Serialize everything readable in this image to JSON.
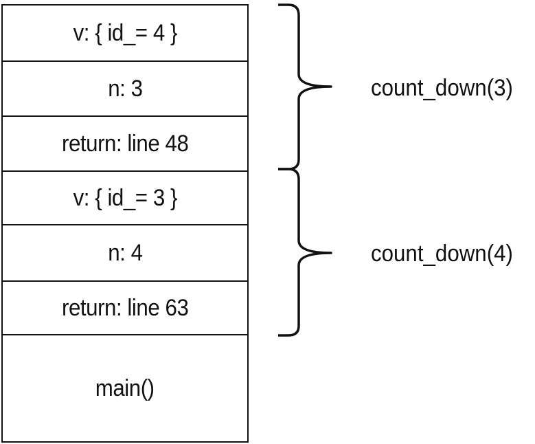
{
  "stack": {
    "cells": [
      "v: { id_= 4 }",
      "n: 3",
      "return: line 48",
      "v: { id_= 3 }",
      "n: 4",
      "return: line 63",
      "main()"
    ]
  },
  "frames": [
    {
      "label": "count_down(3)"
    },
    {
      "label": "count_down(4)"
    }
  ]
}
